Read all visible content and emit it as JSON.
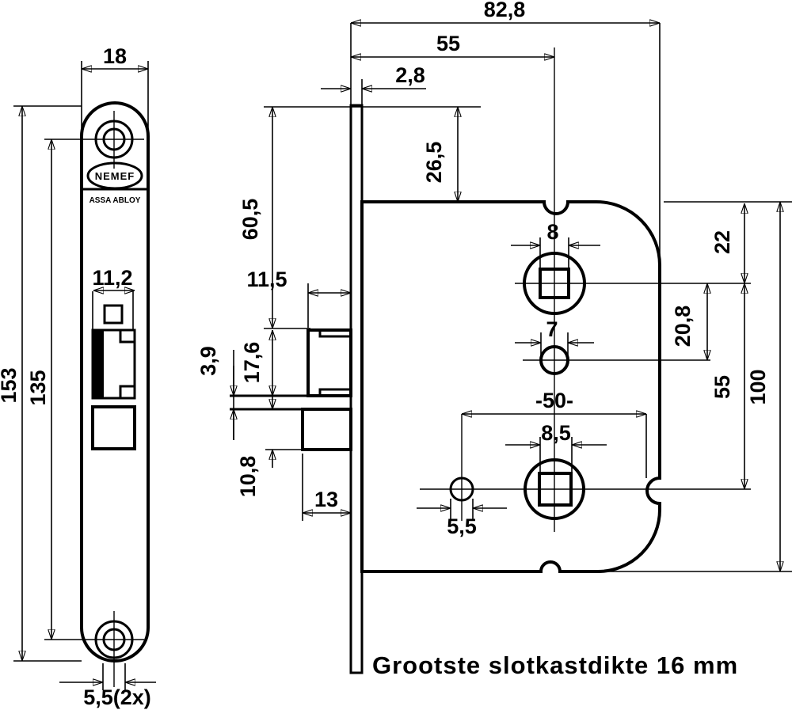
{
  "note": "Grootste slotkastdikte 16 mm",
  "brand": {
    "logo": "NEMEF",
    "owner": "ASSA ABLOY"
  },
  "front_view": {
    "width": "18",
    "length": "153",
    "hole_spacing": "135",
    "latch_cutout": "11,2",
    "screw_holes": "5,5(2x)"
  },
  "side_view": {
    "overall_depth": "82,8",
    "spindle_backset": "55",
    "faceplate_thickness": "2,8",
    "case_top_offset": "26,5",
    "latch_offset": "60,5",
    "latch_depth": "11,5",
    "latch_height": "17,6",
    "lip_thickness": "3,9",
    "deadbolt_height": "10,8",
    "deadbolt_depth": "13",
    "spindle_square": "8",
    "spindle_top_distance": "22",
    "pin_hole": "7",
    "pin_distance": "20,8",
    "cylinder_distance": "55",
    "case_height": "100",
    "screw_distance": "-50-",
    "cylinder_square": "8,5",
    "screw_hole": "5,5"
  }
}
